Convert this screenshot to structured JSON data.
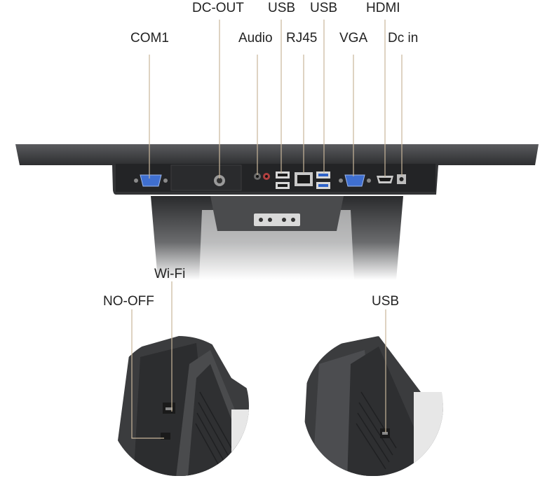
{
  "colors": {
    "leader": "#c8b69a",
    "body_dark": "#3a3b3d",
    "panel": "#2b2c2e",
    "port_blue": "#2f63c9",
    "background": "#ffffff"
  },
  "top_labels": {
    "com1": "COM1",
    "dc_out": "DC-OUT",
    "audio": "Audio",
    "usb_a": "USB",
    "rj45": "RJ45",
    "usb_b": "USB",
    "vga": "VGA",
    "hdmi": "HDMI",
    "dc_in": "Dc in"
  },
  "bottom_labels": {
    "wifi": "Wi-Fi",
    "no_off": "NO-OFF",
    "usb_side": "USB"
  }
}
